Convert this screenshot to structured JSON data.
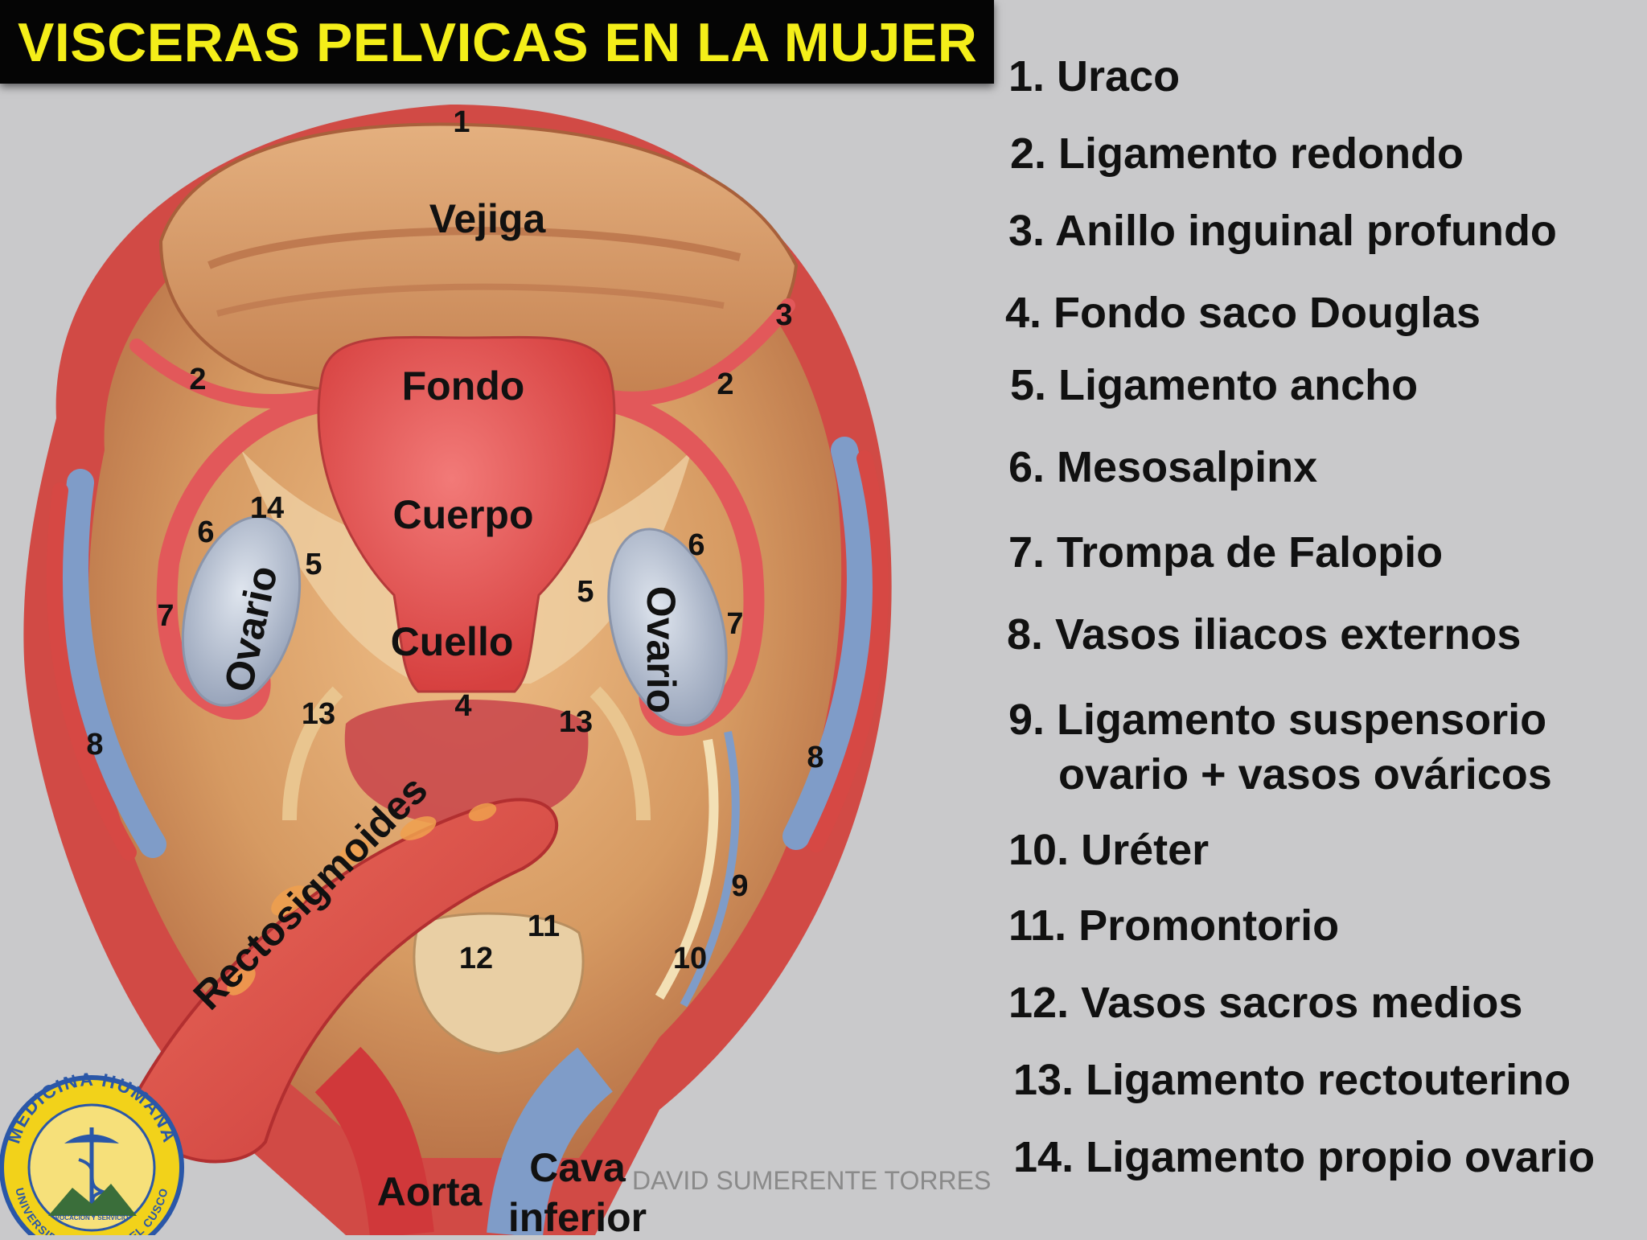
{
  "title": "VISCERAS PELVICAS EN LA MUJER",
  "numbers": [
    "1",
    "2",
    "2",
    "3",
    "5",
    "5",
    "6",
    "6",
    "7",
    "7",
    "8",
    "8",
    "9",
    "10",
    "11",
    "12",
    "13",
    "13",
    "4",
    "14"
  ],
  "organs": {
    "vejiga": "Vejiga",
    "fondo": "Fondo",
    "cuerpo": "Cuerpo",
    "cuello": "Cuello",
    "ovario_left": "Ovario",
    "ovario_right": "Ovario",
    "rectosigmoides": "Rectosigmoides",
    "aorta": "Aorta",
    "cava_1": "Cava",
    "cava_2": "inferior"
  },
  "legend": [
    "1. Uraco",
    "2. Ligamento redondo",
    "3. Anillo inguinal profundo",
    "4. Fondo saco Douglas",
    "5. Ligamento ancho",
    "6. Mesosalpinx",
    "7. Trompa de Falopio",
    "8. Vasos iliacos externos",
    "9. Ligamento suspensorio",
    "ovario + vasos ováricos",
    "10. Uréter",
    "11. Promontorio",
    "12. Vasos sacros medios",
    "13. Ligamento rectouterino",
    "14. Ligamento propio ovario"
  ],
  "credit": "DAVID SUMERENTE TORRES",
  "logo": {
    "ring_top": "MEDICINA HUMANA",
    "ring_bottom": "UNIVERSIDAD ANDINA DEL CUSCO",
    "motto": "VOCACION Y SERVICIO"
  },
  "colors": {
    "title_bg": "#050505",
    "title_text": "#f4ee19",
    "background": "#c9c9cb",
    "tissue": "#d9a070",
    "muscle": "#e0504e",
    "uterus": "#e2585a",
    "ovary": "#b9c2d2",
    "vessel_blue": "#7f9cc8",
    "logo_yellow": "#f2d21a",
    "logo_blue": "#2a57a8"
  }
}
